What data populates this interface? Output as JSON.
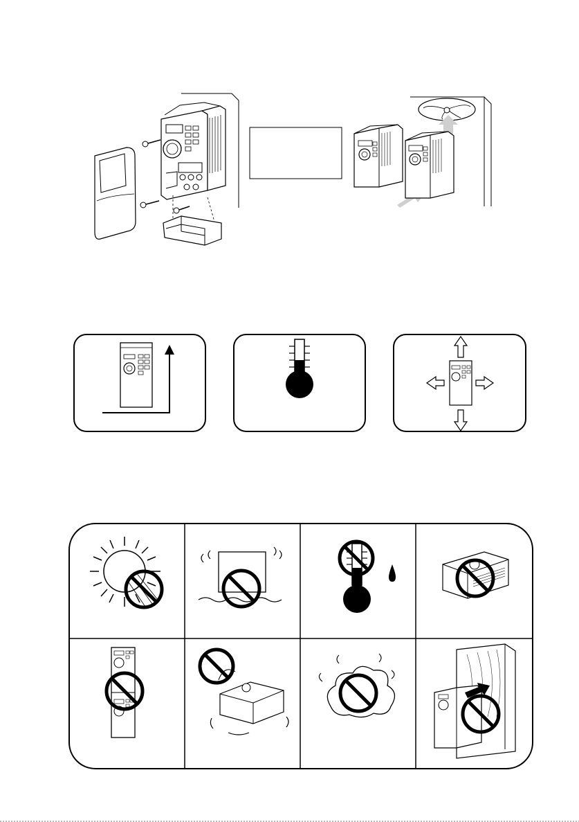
{
  "page": {
    "title": "",
    "install_section": {
      "text_blocks": []
    },
    "conditions_section": {
      "items": [
        {
          "id": "vertical-mount",
          "icon": "vertical-mounting-icon",
          "label": ""
        },
        {
          "id": "temperature",
          "icon": "thermometer-icon",
          "label": ""
        },
        {
          "id": "clearance",
          "icon": "clearance-arrows-icon",
          "label": ""
        }
      ]
    },
    "prohibited_section": {
      "items": [
        {
          "id": "no-sunlight",
          "icon": "sun-prohibited-icon"
        },
        {
          "id": "no-vibration-water",
          "icon": "vibration-water-prohibited-icon"
        },
        {
          "id": "no-high-temp-humidity",
          "icon": "temp-humidity-prohibited-icon"
        },
        {
          "id": "no-horizontal-mount",
          "icon": "horizontal-mount-prohibited-icon"
        },
        {
          "id": "no-stacking",
          "icon": "stacking-prohibited-icon"
        },
        {
          "id": "no-dropping",
          "icon": "drop-prohibited-icon"
        },
        {
          "id": "no-dust-gas",
          "icon": "dust-gas-prohibited-icon"
        },
        {
          "id": "no-wood-flammable",
          "icon": "flammable-surface-prohibited-icon"
        }
      ]
    },
    "colors": {
      "line": "#000000",
      "arrow_fill": "#cfcfcf",
      "background": "#ffffff"
    }
  }
}
